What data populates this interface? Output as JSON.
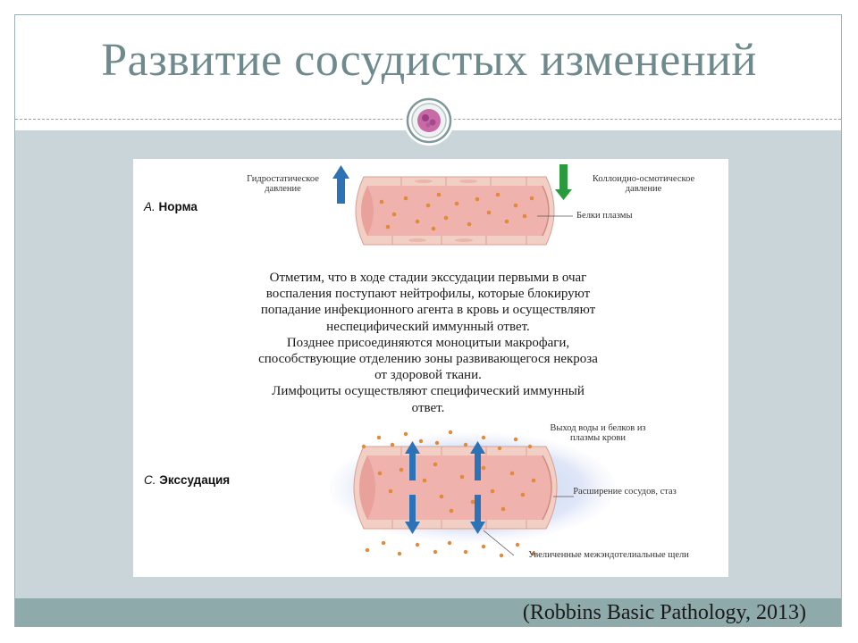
{
  "slide": {
    "title": "Развитие сосудистых изменений",
    "citation": "(Robbins Basic Pathology, 2013)"
  },
  "figure": {
    "panel_a": {
      "letter": "A.",
      "name": "Норма",
      "label_hydrostatic": "Гидростатическое давление",
      "label_colloid": "Коллоидно-осмотическое давление",
      "label_proteins": "Белки плазмы"
    },
    "panel_c": {
      "letter": "C.",
      "name": "Экссудация",
      "label_outflow": "Выход воды и белков из плазмы крови",
      "label_dilation": "Расширение сосудов, стаз",
      "label_gaps": "Увеличенные межэндотелиальные щели"
    },
    "overlay_lines": [
      "Отметим, что в ходе стадии экссудации первыми в очаг",
      "воспаления поступают нейтрофилы, которые блокируют",
      "попадание инфекционного агента в кровь и осуществляют",
      "неспецифический иммунный ответ.",
      "Позднее присоединяются моноцитыи макрофаги,",
      "способствующие отделению зоны развивающегося некроза",
      "от здоровой ткани.",
      "Лимфоциты осуществляют специфический иммунный",
      "ответ."
    ]
  },
  "colors": {
    "title": "#6e8a8c",
    "band": "#c9d5d9",
    "footer": "#8eaaab",
    "vessel_wall": "#f2cfc4",
    "lumen": "#efb2ac",
    "plasma_dot": "#e08a3a",
    "arrow_blue": "#2b73b6",
    "arrow_green": "#2b9a3c",
    "edema_halo": "#9fb3e6"
  }
}
